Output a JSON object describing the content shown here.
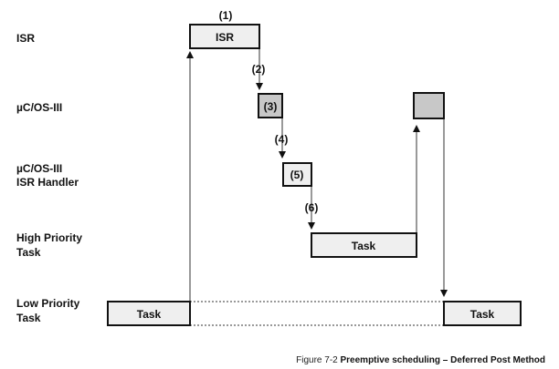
{
  "rows": {
    "isr": "ISR",
    "os": "µC/OS-III",
    "handler_line1": "µC/OS-III",
    "handler_line2": "ISR Handler",
    "high_line1": "High Priority",
    "high_line2": "Task",
    "low_line1": "Low Priority",
    "low_line2": "Task"
  },
  "boxes": {
    "isr": "ISR",
    "os_step": "(3)",
    "handler_step": "(5)",
    "high_task": "Task",
    "low_task_left": "Task",
    "low_task_right": "Task"
  },
  "steps": {
    "s1": "(1)",
    "s2": "(2)",
    "s4": "(4)",
    "s6": "(6)"
  },
  "caption": {
    "prefix": "Figure 7-2 ",
    "title": "Preemptive scheduling – Deferred Post Method"
  }
}
